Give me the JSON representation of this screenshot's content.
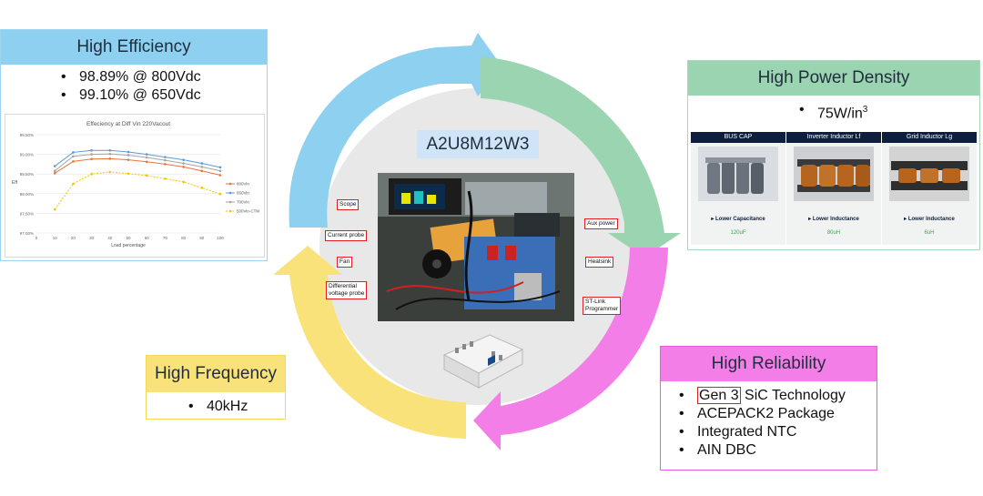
{
  "colors": {
    "blue": "#8dd0f0",
    "green": "#9bd4b0",
    "magenta": "#f47ee7",
    "yellow": "#f9e27a",
    "center_label": "#cfe4f7",
    "callout_red": "#e02020"
  },
  "center": {
    "part_number": "A2U8M12W3",
    "callouts": {
      "scope": "Scope",
      "current_probe": "Current probe",
      "fan": "Fan",
      "diff_probe_line1": "Differential",
      "diff_probe_line2": "voltage probe",
      "aux_power": "Aux power",
      "heatsink": "Heatsink",
      "stlink_line1": "ST-Link",
      "stlink_line2": "Programmer"
    }
  },
  "high_efficiency": {
    "title": "High Efficiency",
    "bullets": [
      "98.89% @ 800Vdc",
      "99.10% @ 650Vdc"
    ]
  },
  "high_power_density": {
    "title": "High Power Density",
    "bullet": "75W/in",
    "bullet_sup": "3",
    "columns": [
      {
        "header": "BUS CAP",
        "label": "Lower Capacitance",
        "value": "120uF"
      },
      {
        "header": "Inverter Inductor Lf",
        "label": "Lower Inductance",
        "value": "80uH"
      },
      {
        "header": "Grid Inductor Lg",
        "label": "Lower Inductance",
        "value": "6uH"
      }
    ]
  },
  "high_frequency": {
    "title": "High Frequency",
    "bullets": [
      "40kHz"
    ]
  },
  "high_reliability": {
    "title": "High Reliability",
    "gen3": "Gen 3",
    "sic_text": " SiC Technology",
    "bullets": [
      "ACEPACK2 Package",
      "Integrated NTC",
      "AIN DBC"
    ]
  },
  "chart_data": {
    "type": "line",
    "title": "Effeciency at Diff Vin 220Vacout",
    "xlabel": "Load percentage",
    "ylabel": "Eff",
    "x": [
      10,
      20,
      30,
      40,
      50,
      60,
      70,
      80,
      90,
      100
    ],
    "xticks": [
      0,
      10,
      20,
      30,
      40,
      50,
      60,
      70,
      80,
      90,
      100
    ],
    "xlim": [
      0,
      100
    ],
    "ylim": [
      97.0,
      99.5
    ],
    "yticks": [
      97.0,
      97.5,
      98.0,
      98.5,
      99.0,
      99.5
    ],
    "ytick_labels": [
      "97.00%",
      "97.50%",
      "98.00%",
      "98.50%",
      "99.00%",
      "99.50%"
    ],
    "grid": true,
    "legend": "right",
    "series": [
      {
        "name": "800Vin",
        "color": "#e8743b",
        "dash": false,
        "values": [
          98.52,
          98.82,
          98.88,
          98.89,
          98.86,
          98.81,
          98.75,
          98.68,
          98.58,
          98.47
        ]
      },
      {
        "name": "650Vin",
        "color": "#5b9bd5",
        "dash": false,
        "values": [
          98.7,
          99.05,
          99.1,
          99.1,
          99.06,
          99.0,
          98.93,
          98.86,
          98.77,
          98.67
        ]
      },
      {
        "name": "700Vin",
        "color": "#a5a5a5",
        "dash": false,
        "values": [
          98.58,
          98.95,
          99.0,
          99.01,
          98.98,
          98.92,
          98.85,
          98.77,
          98.68,
          98.58
        ]
      },
      {
        "name": "500Vin-CTM",
        "color": "#f2c500",
        "dash": true,
        "values": [
          97.6,
          98.25,
          98.5,
          98.55,
          98.51,
          98.46,
          98.38,
          98.3,
          98.15,
          97.99
        ]
      }
    ]
  }
}
